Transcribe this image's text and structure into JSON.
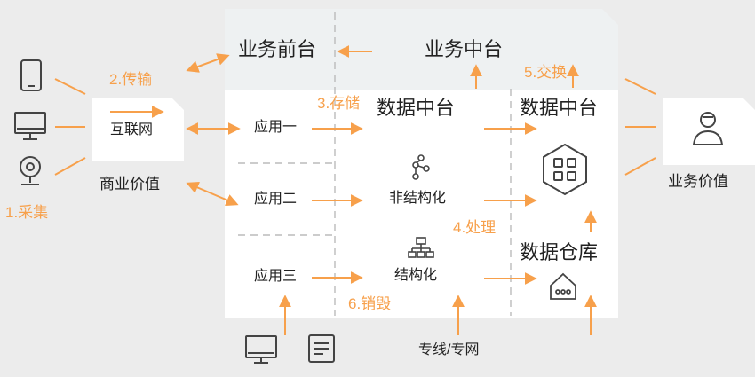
{
  "colors": {
    "accent": "#f7a04b",
    "panel": "#ffffff",
    "panel_band": "#eef1f2",
    "background": "#ececec",
    "icon": "#444444"
  },
  "left": {
    "devices": [
      "phone-icon",
      "monitor-icon",
      "camera-icon"
    ],
    "internet_label": "互联网",
    "business_value_label": "商业价值",
    "collect_label": "1.采集",
    "transfer_label": "2.传输"
  },
  "platform": {
    "front_label": "业务前台",
    "middle_label": "业务中台",
    "apps": [
      "应用一",
      "应用二",
      "应用三"
    ],
    "store_label": "3.存储",
    "data_center_label": "数据中台",
    "unstructured_label": "非结构化",
    "structured_label": "结构化",
    "process_label": "4.处理",
    "exchange_label": "5.交换",
    "data_center_right_label": "数据中台",
    "warehouse_label": "数据仓库",
    "destroy_label": "6.销毁"
  },
  "bottom": {
    "devices": [
      "desktop-icon",
      "document-icon"
    ],
    "line_label": "专线/专网"
  },
  "right": {
    "value_label": "业务价值",
    "user_icon": "user-icon"
  }
}
